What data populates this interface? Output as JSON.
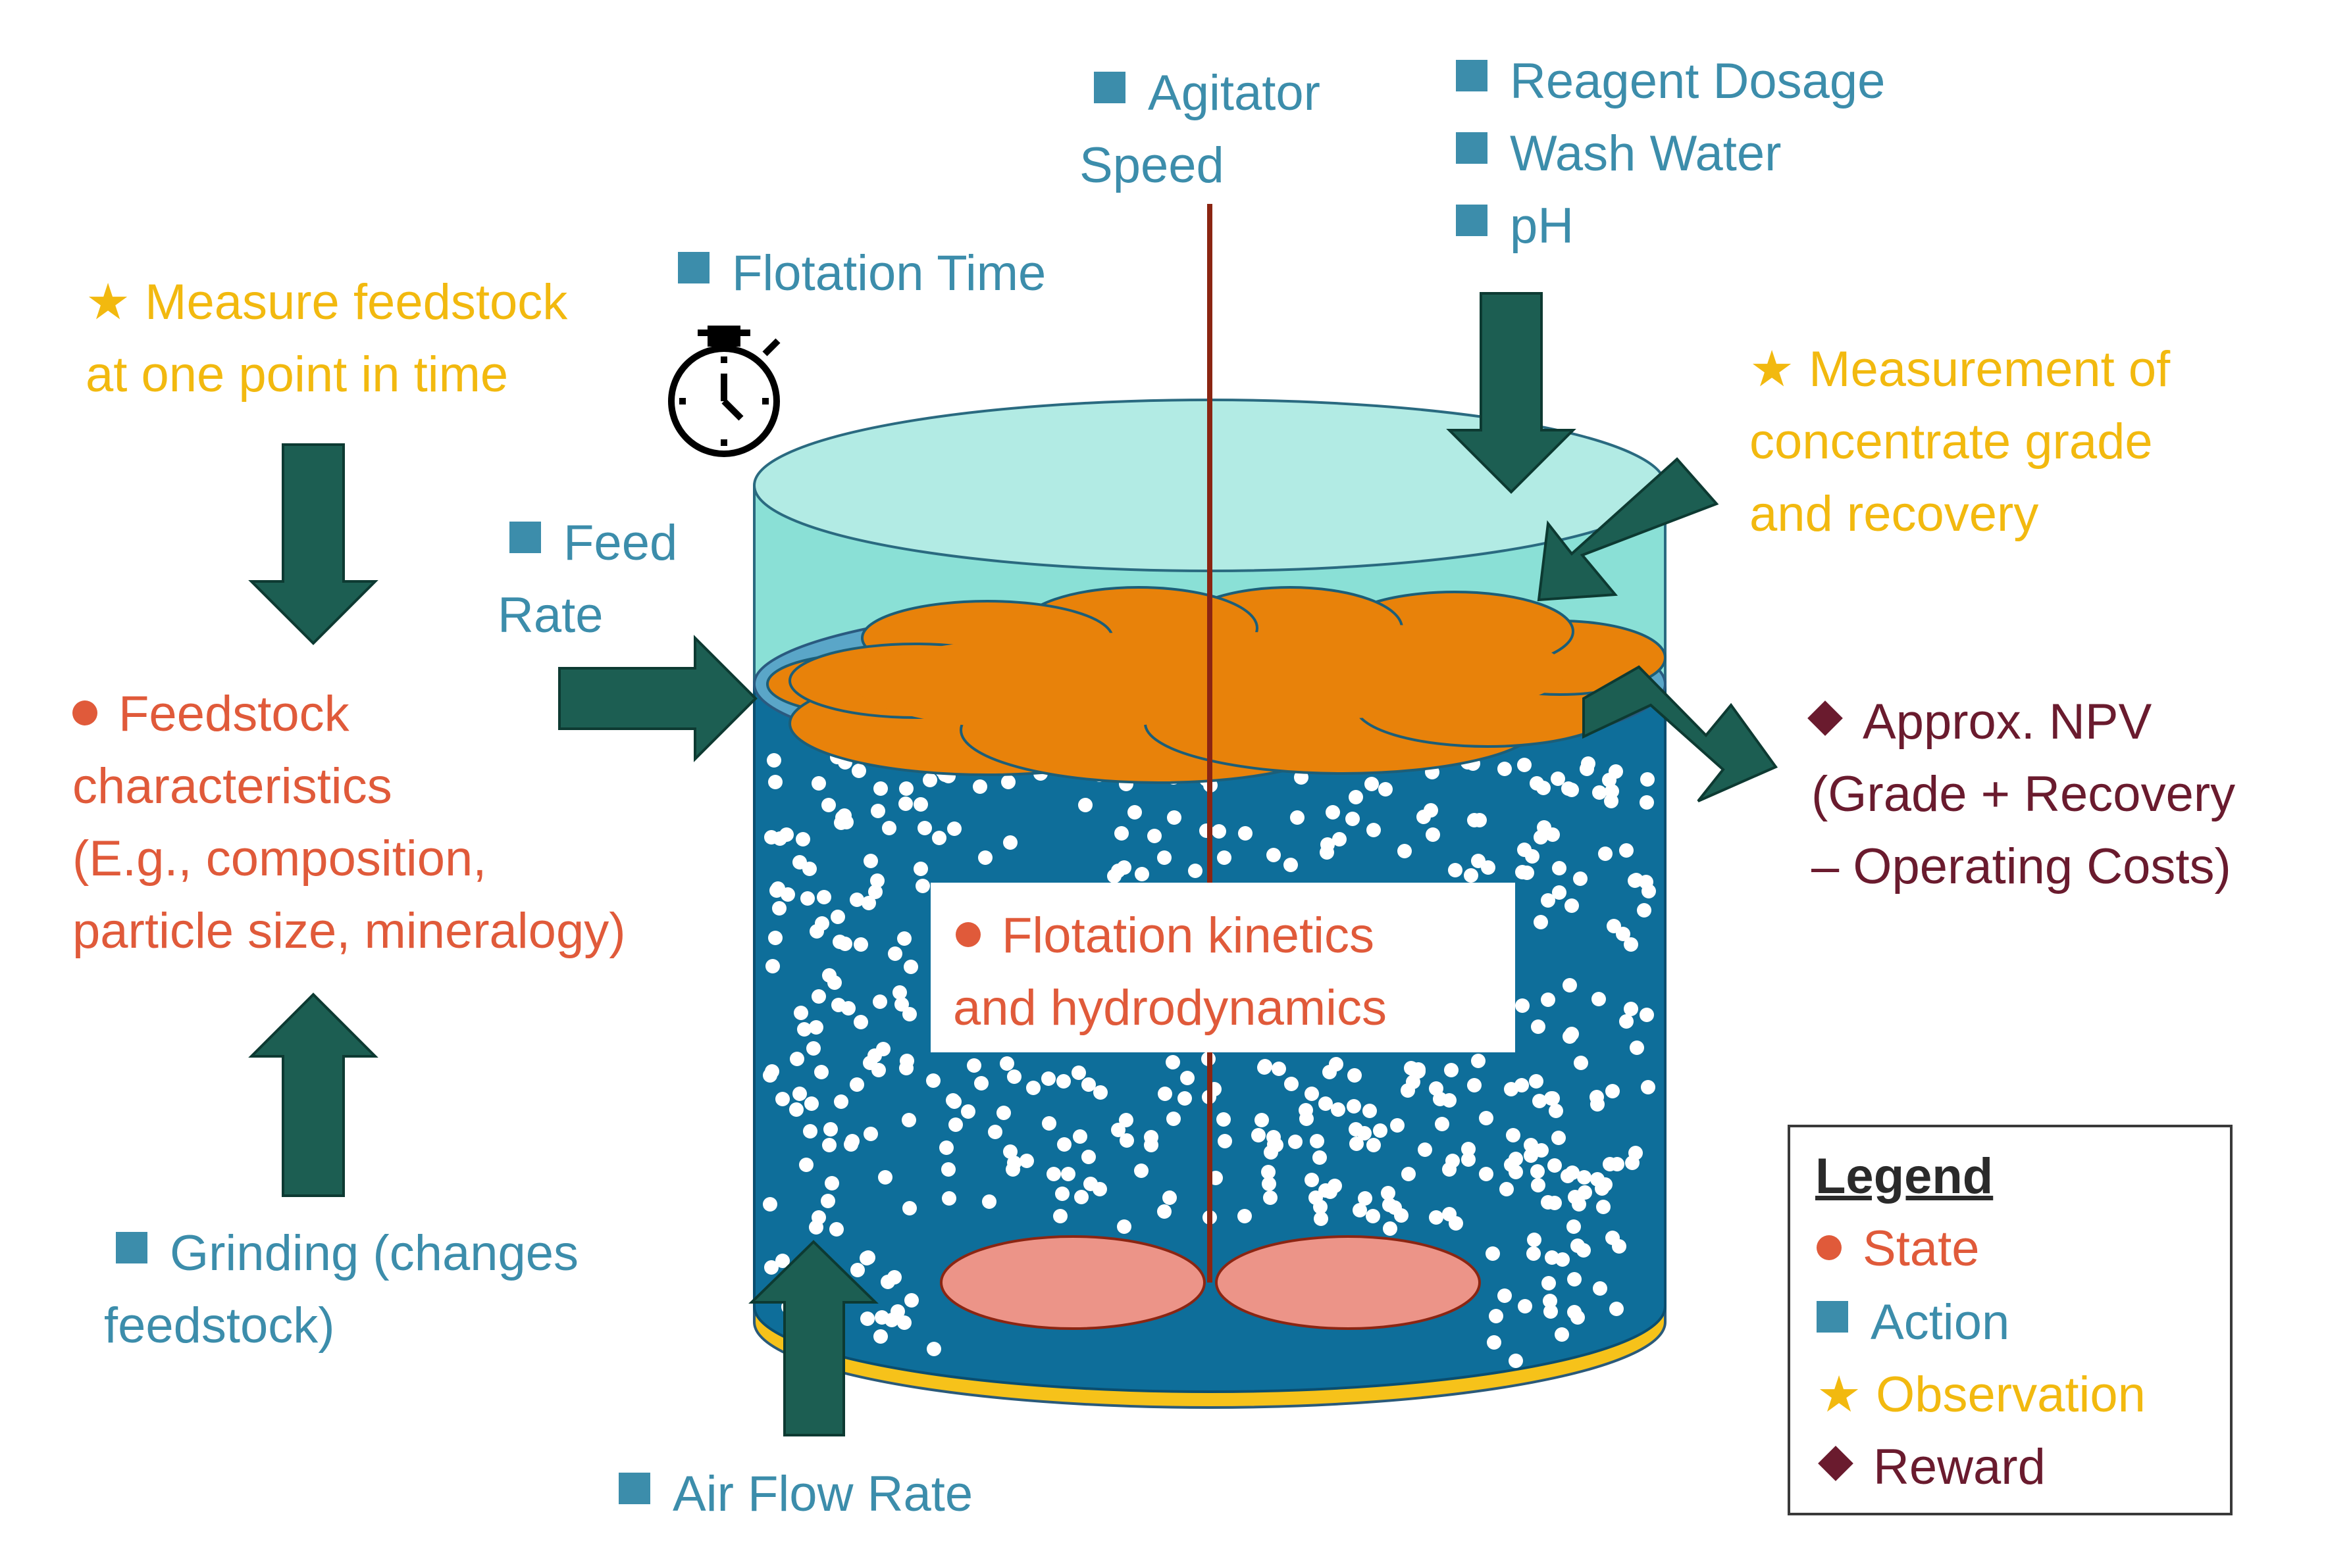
{
  "colors": {
    "action": "#3c8dab",
    "state": "#e05a3a",
    "observation": "#f2b90f",
    "reward": "#6a1b2e",
    "arrow": "#1c5e52",
    "tank_liquid": "#0e6e9a",
    "tank_top": "#8ae0d6",
    "froth": "#e8820a",
    "base": "#f6c21a",
    "impeller": "#ec9488",
    "shaft": "#8b2512"
  },
  "icons": [
    "stopwatch-icon"
  ],
  "labels": {
    "agitator_speed": [
      "Agitator",
      "Speed"
    ],
    "reagent_dosage": "Reagent Dosage",
    "wash_water": "Wash Water",
    "ph": "pH",
    "flotation_time": "Flotation Time",
    "measure_feedstock": [
      "Measure feedstock",
      "at one point in time"
    ],
    "measurement_concentrate": [
      "Measurement of",
      "concentrate grade",
      "and recovery"
    ],
    "feed_rate": [
      "Feed",
      "Rate"
    ],
    "feedstock_characteristics": [
      "Feedstock",
      "characteristics",
      "(E.g., composition,",
      "particle size, mineralogy)"
    ],
    "flotation_kinetics": [
      "Flotation kinetics",
      "and hydrodynamics"
    ],
    "approx_npv": [
      "Approx. NPV",
      "(Grade + Recovery",
      "– Operating Costs)"
    ],
    "grinding": [
      "Grinding (changes",
      "feedstock)"
    ],
    "air_flow_rate": "Air Flow Rate"
  },
  "legend": {
    "title": "Legend",
    "state": "State",
    "action": "Action",
    "observation": "Observation",
    "reward": "Reward"
  }
}
